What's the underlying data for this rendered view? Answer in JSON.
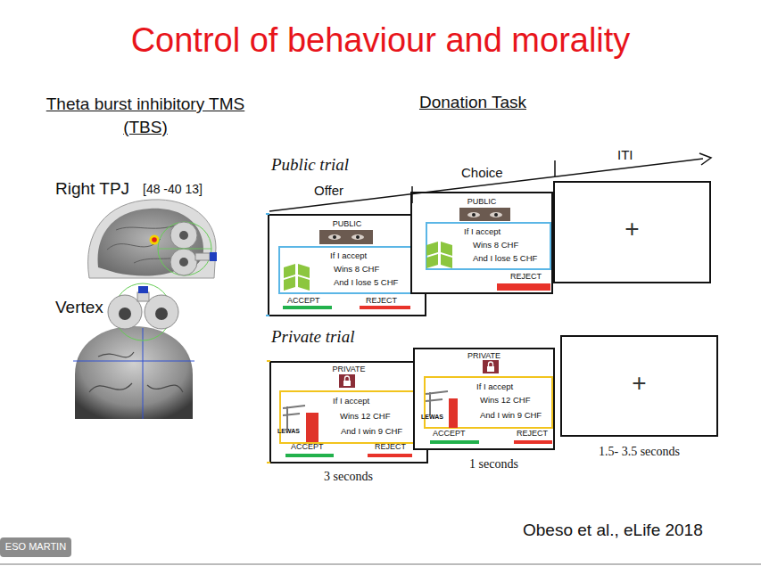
{
  "diagram": {
    "title": "Control of behaviour and morality",
    "caption": "Obeso et al., eLife 2018",
    "nodes": [
      {
        "text": [
          "PUBLIC",
          "ACCEPT",
          "REJECT"
        ]
      },
      {
        "text": [
          "If I accept",
          "Wins 8 CHF",
          "And I lose 5 CHF"
        ],
        "in": 0
      },
      {
        "text": [
          "PUBLIC",
          "REJECT"
        ]
      },
      {
        "text": [
          "If I accept",
          "Wins 8 CHF",
          "And I lose 5 CHF"
        ],
        "in": 2
      },
      {
        "text": [
          "+"
        ]
      },
      {
        "text": [
          "PRIVATE",
          "ACCEPT",
          "REJECT"
        ]
      },
      {
        "text": [
          "If I accept",
          "Wins 12 CHF",
          "And I win 9 CHF"
        ],
        "in": 5
      },
      {
        "text": [
          "PRIVATE",
          "ACCEPT",
          "REJECT"
        ]
      },
      {
        "text": [
          "If I accept",
          "Wins 12 CHF",
          "And I win 9 CHF"
        ],
        "in": 7
      },
      {
        "text": [
          "+"
        ]
      },
      {
        "text": [
          "ESO MARTIN"
        ]
      }
    ],
    "labels": [
      "Theta burst inhibitory TMS (TBS)",
      "Donation Task",
      "Right TPJ",
      "[48 -40 13]",
      "Vertex",
      "Public trial",
      "Offer",
      "Choice",
      "ITI",
      "Private trial",
      "LEWAS",
      "LEWAS",
      "3 seconds",
      "1 seconds",
      "1.5- 3.5 seconds"
    ]
  }
}
